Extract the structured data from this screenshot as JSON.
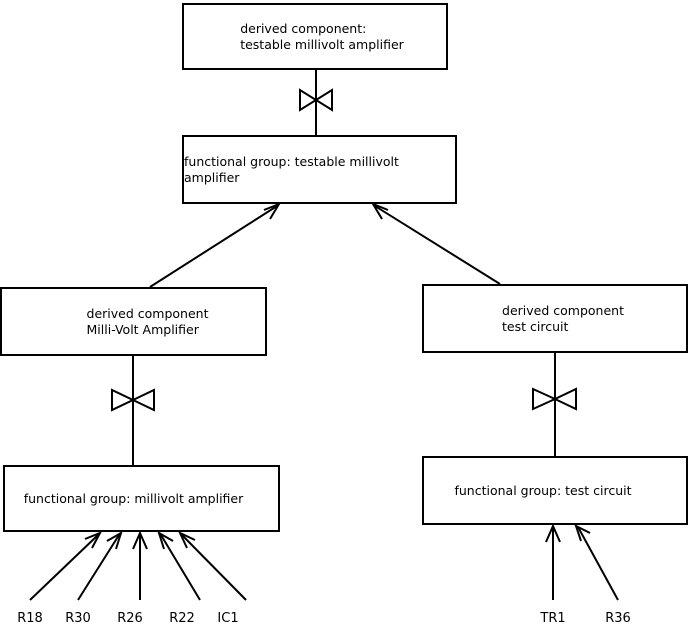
{
  "diagram": {
    "title": "testable millivolt amplifier decomposition",
    "background_color": "#ffffff",
    "line_color": "#000000",
    "nodes": [
      {
        "id": "node-top",
        "name": "derived-component-testable-millivolt-amplifier",
        "text": "derived component:\n testable millivolt amplifier"
      },
      {
        "id": "node-fg-top",
        "name": "functional-group-testable-millivolt-amplifier",
        "text": "functional group: testable millivolt amplifier"
      },
      {
        "id": "node-dc-mva",
        "name": "derived-component-milli-volt-amplifier",
        "text": "derived component\nMilli-Volt Amplifier"
      },
      {
        "id": "node-dc-test",
        "name": "derived-component-test-circuit",
        "text": "derived component\ntest circuit"
      },
      {
        "id": "node-fg-mva",
        "name": "functional-group-millivolt-amplifier",
        "text": "functional group: millivolt amplifier"
      },
      {
        "id": "node-fg-test",
        "name": "functional-group-test-circuit",
        "text": "functional group: test circuit"
      }
    ],
    "leaf_labels": [
      {
        "id": "label-r18",
        "text": "R18"
      },
      {
        "id": "label-r30",
        "text": "R30"
      },
      {
        "id": "label-r26",
        "text": "R26"
      },
      {
        "id": "label-r22",
        "text": "R22"
      },
      {
        "id": "label-ic1",
        "text": "IC1"
      },
      {
        "id": "label-tr1",
        "text": "TR1"
      },
      {
        "id": "label-r36",
        "text": "R36"
      }
    ],
    "connectors": {
      "bowtie_count": 3,
      "inheritance_arrow_count": 2,
      "leaf_arrow_count": 7
    }
  }
}
